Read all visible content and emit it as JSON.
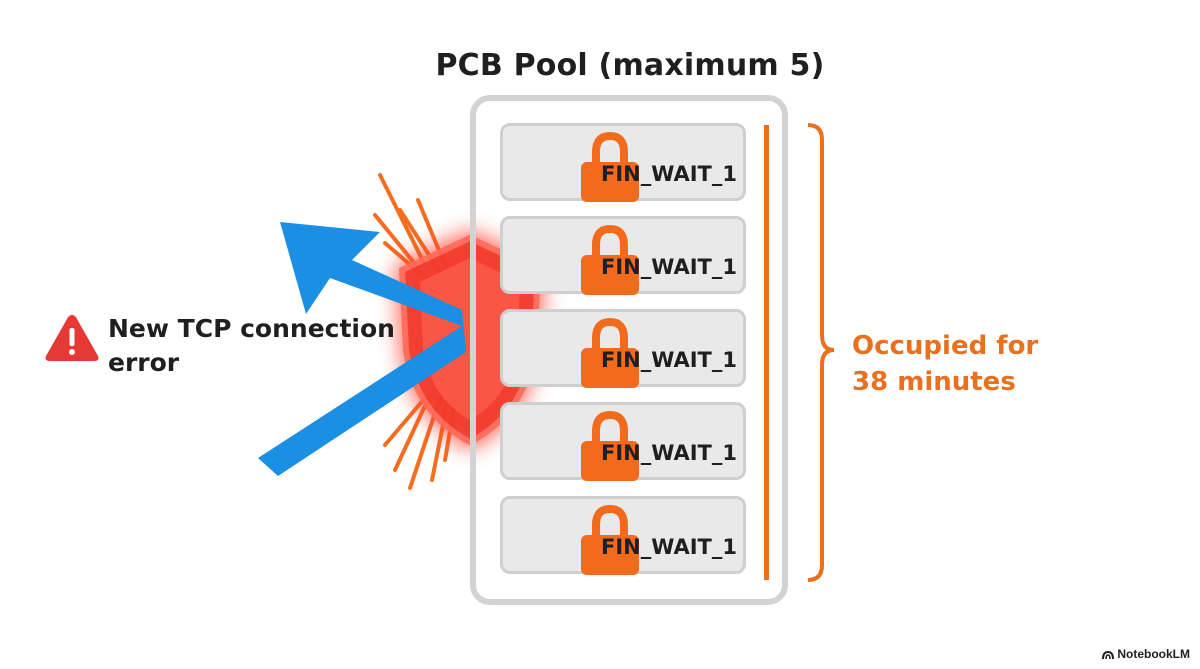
{
  "pool": {
    "title": "PCB Pool (maximum 5)",
    "slots": [
      {
        "state": "FIN_WAIT_1",
        "icon": "lock-icon"
      },
      {
        "state": "FIN_WAIT_1",
        "icon": "lock-icon"
      },
      {
        "state": "FIN_WAIT_1",
        "icon": "lock-icon"
      },
      {
        "state": "FIN_WAIT_1",
        "icon": "lock-icon"
      },
      {
        "state": "FIN_WAIT_1",
        "icon": "lock-icon"
      }
    ]
  },
  "annotation": {
    "line1": "Occupied for",
    "line2": "38 minutes"
  },
  "error": {
    "icon": "warning-icon",
    "line1": "New TCP connection",
    "line2": "error"
  },
  "branding": "NotebookLM",
  "colors": {
    "accent_orange": "#e8701f",
    "arrow_blue": "#1a8fe3",
    "shield_red": "#f23a2b",
    "warning_red": "#e53935",
    "slot_gray": "#e9e9e9"
  }
}
